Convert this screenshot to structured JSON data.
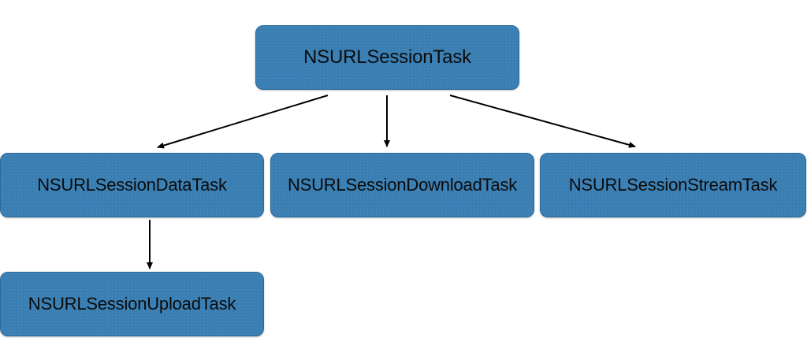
{
  "nodes": {
    "root": "NSURLSessionTask",
    "data_task": "NSURLSessionDataTask",
    "download_task": "NSURLSessionDownloadTask",
    "stream_task": "NSURLSessionStreamTask",
    "upload_task": "NSURLSessionUploadTask"
  },
  "colors": {
    "node_fill": "#3a7fb4",
    "node_border": "#2b6a9a",
    "node_text": "#0b0b0b",
    "arrow": "#000000"
  }
}
